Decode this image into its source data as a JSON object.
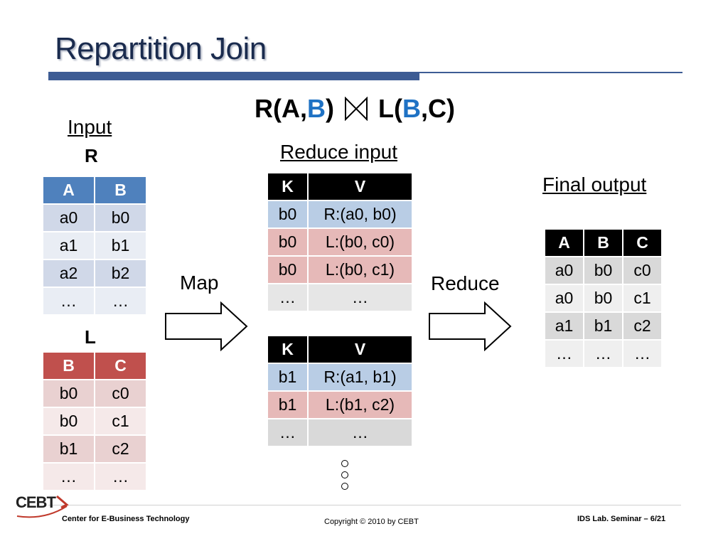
{
  "slide": {
    "title": "Repartition Join",
    "formula": {
      "r_prefix": "R(A,",
      "r_b": "B",
      "r_suffix": ")",
      "l_prefix": "L(",
      "l_b": "B",
      "l_suffix": ",C)"
    },
    "input_label": "Input",
    "r_label": "R",
    "l_label": "L",
    "reduce_input_label": "Reduce input",
    "map_label": "Map",
    "reduce_label": "Reduce",
    "final_output_label": "Final output"
  },
  "tables": {
    "r": {
      "headers": [
        "A",
        "B"
      ],
      "rows": [
        [
          "a0",
          "b0"
        ],
        [
          "a1",
          "b1"
        ],
        [
          "a2",
          "b2"
        ],
        [
          "…",
          "…"
        ]
      ]
    },
    "l": {
      "headers": [
        "B",
        "C"
      ],
      "rows": [
        [
          "b0",
          "c0"
        ],
        [
          "b0",
          "c1"
        ],
        [
          "b1",
          "c2"
        ],
        [
          "…",
          "…"
        ]
      ]
    },
    "reduce1": {
      "headers": [
        "K",
        "V"
      ],
      "rows": [
        [
          "b0",
          "R:(a0, b0)"
        ],
        [
          "b0",
          "L:(b0, c0)"
        ],
        [
          "b0",
          "L:(b0, c1)"
        ],
        [
          "…",
          "…"
        ]
      ]
    },
    "reduce2": {
      "headers": [
        "K",
        "V"
      ],
      "rows": [
        [
          "b1",
          "R:(a1, b1)"
        ],
        [
          "b1",
          "L:(b1, c2)"
        ],
        [
          "…",
          "…"
        ]
      ]
    },
    "output": {
      "headers": [
        "A",
        "B",
        "C"
      ],
      "rows": [
        [
          "a0",
          "b0",
          "c0"
        ],
        [
          "a0",
          "b0",
          "c1"
        ],
        [
          "a1",
          "b1",
          "c2"
        ],
        [
          "…",
          "…",
          "…"
        ]
      ]
    }
  },
  "footer": {
    "logo": "CEBT",
    "org": "Center for E-Business Technology",
    "copyright": "Copyright © 2010 by CEBT",
    "page": "IDS Lab. Seminar – 6/21"
  },
  "colors": {
    "title": "#1a2b4e",
    "accent_bar": "#3d5c94",
    "b_blue": "#1f72c4",
    "r_header": "#4f81bd",
    "l_header": "#c0504d"
  },
  "icons": [
    "join-bowtie-icon",
    "right-arrow-icon",
    "ellipsis-dots-icon"
  ]
}
